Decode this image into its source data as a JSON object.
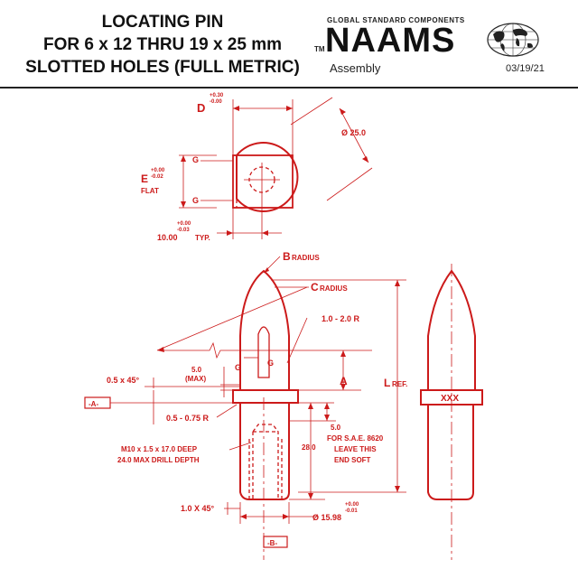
{
  "header": {
    "title_lines": [
      "LOCATING PIN",
      "FOR 6 x 12 THRU 19 x 25 mm",
      "SLOTTED HOLES (FULL METRIC)"
    ],
    "brand_subtitle": "GLOBAL STANDARD COMPONENTS",
    "brand_tm": "TM",
    "brand": "NAAMS",
    "category": "Assembly",
    "date": "03/19/21"
  },
  "drawing": {
    "top_view": {
      "d_label": "D",
      "d_tol_plus": "+0.30",
      "d_tol_minus": "-0.00",
      "dia": "Ø 25.0",
      "g_top": "G",
      "g_bottom": "G",
      "e_label": "E",
      "e_tol_plus": "+0.00",
      "e_tol_minus": "-0.02",
      "flat": "FLAT",
      "width": "10.00",
      "width_tol_plus": "+0.00",
      "width_tol_minus": "-0.03",
      "typ": "TYP."
    },
    "side_view": {
      "b_letter": "B",
      "b_word": "RADIUS",
      "c_letter": "C",
      "c_word": "RADIUS",
      "r_top": "1.0 - 2.0 R",
      "g_label": "G",
      "g_label2": "G",
      "max_val": "5.0",
      "max_word": "(MAX)",
      "a_label": "A",
      "l_letter": "L",
      "l_word": "REF.",
      "chamfer_top": "0.5 x 45°",
      "datum_a": "-A-",
      "r_small": "0.5 - 0.75 R",
      "dim_5": "5.0",
      "note_1": "FOR S.A.E. 8620",
      "note_2": "LEAVE THIS",
      "note_3": "END SOFT",
      "dim_28": "28.0",
      "thread_1": "M10 x 1.5 x 17.0 DEEP",
      "thread_2": "24.0 MAX DRILL DEPTH",
      "chamfer_bottom": "1.0 X 45°",
      "dia_bottom": "Ø 15.98",
      "dia_tol_plus": "+0.00",
      "dia_tol_minus": "-0.01",
      "datum_b": "-B-"
    },
    "right_view": {
      "marking": "XXX"
    }
  },
  "colors": {
    "line": "#cc1a1a",
    "text": "#111111"
  }
}
